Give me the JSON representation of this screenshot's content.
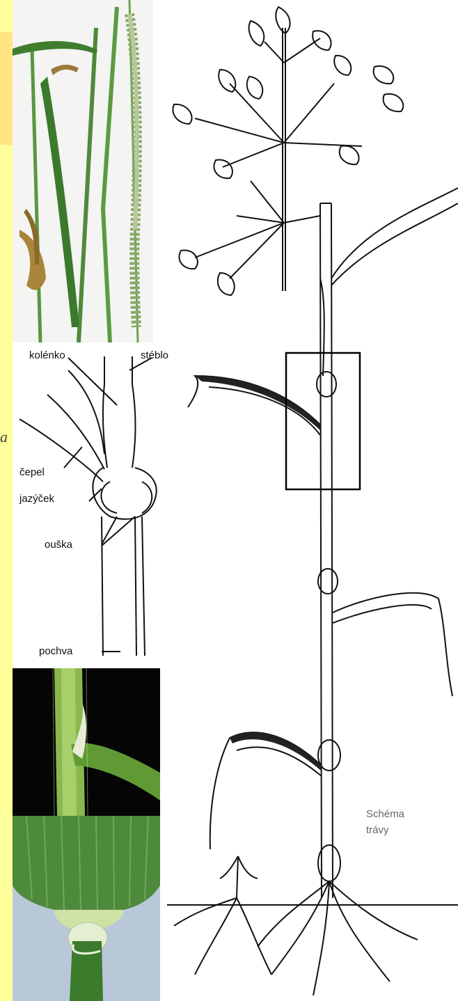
{
  "colors": {
    "background": "#ffff99",
    "accent_box": "#ffe680",
    "stem_green": "#4f8a3a",
    "ink": "#111111"
  },
  "diagram": {
    "labels": {
      "kolenko": "kolénko",
      "steblo": "stéblo",
      "cepel": "čepel",
      "jazycek": "jazýček",
      "ouska": "ouška",
      "pochva": "pochva"
    },
    "caption_line1": "Schéma",
    "caption_line2": "trávy",
    "stray_mark": "a"
  }
}
